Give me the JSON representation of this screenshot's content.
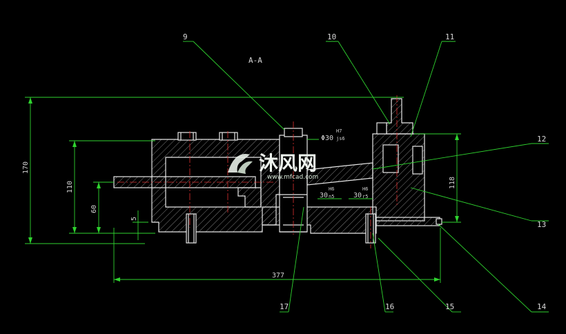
{
  "drawing": {
    "section_title": "A-A",
    "background": "#000000",
    "colors": {
      "outline": "#e8e8e8",
      "dimension": "#2fd32f",
      "centerline": "#e03030",
      "hatch": "#7f7f7f"
    }
  },
  "dimensions": {
    "height_overall": "170",
    "height_body": "110",
    "height_rod": "60",
    "offset": "5",
    "length_overall": "377",
    "height_right": "118",
    "diameter_prefix": "Φ30",
    "diameter_fit_top": "H7",
    "diameter_fit_bottom": "js6",
    "fit_left_base": "30",
    "fit_left_top": "H6",
    "fit_left_bottom": "n5",
    "fit_right_base": "30",
    "fit_right_top": "H6",
    "fit_right_bottom": "r5"
  },
  "callouts": [
    "9",
    "10",
    "11",
    "12",
    "13",
    "14",
    "15",
    "16",
    "17"
  ],
  "watermark": {
    "text": "沐风网",
    "url": "www.mfcad.com"
  }
}
